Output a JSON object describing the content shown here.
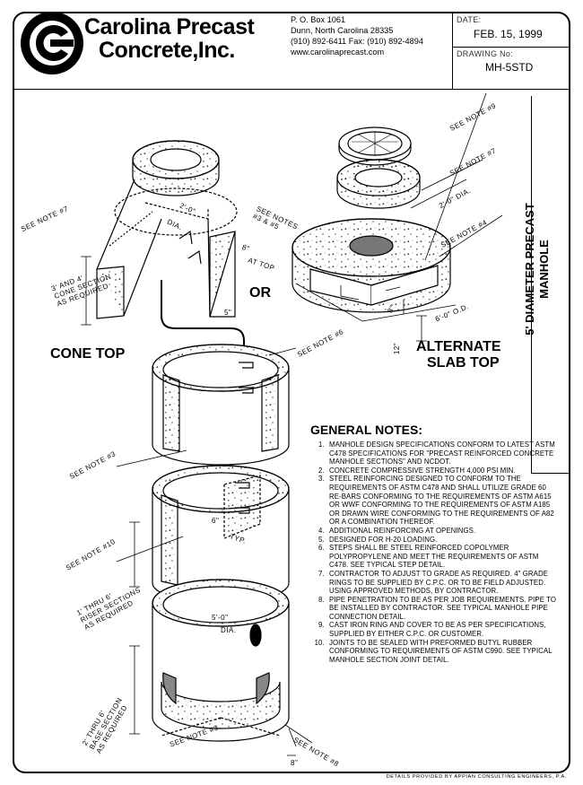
{
  "company": {
    "name_line1": "Carolina Precast",
    "name_line2": "Concrete,Inc.",
    "address_line1": "P. O. Box 1061",
    "address_line2": "Dunn, North Carolina 28335",
    "phone_line": "(910) 892-6411  Fax: (910) 892-4894",
    "website": "www.carolinaprecast.com"
  },
  "titleblock": {
    "date_label": "DATE:",
    "date_value": "FEB. 15, 1999",
    "drawing_label": "DRAWING No:",
    "drawing_value": "MH-5STD"
  },
  "title_line1": "5' DIAMETER PRECAST",
  "title_line2": "MANHOLE",
  "labels": {
    "cone_top": "CONE TOP",
    "or": "OR",
    "alternate_line1": "ALTERNATE",
    "alternate_line2": "SLAB TOP",
    "see_note_7_left": "SEE NOTE #7",
    "cone_section_line1": "3' AND 4'",
    "cone_section_line2": "CONE SECTION",
    "cone_section_line3": "AS REQUIRED",
    "dia_2ft_cone": "2'-0\"",
    "dia_word_cone": "DIA.",
    "at_top_line1": "8\"",
    "at_top_line2": "AT TOP",
    "dim_5in": "5\"",
    "see_note_9": "SEE NOTE #9",
    "see_note_7_right": "SEE NOTE #7",
    "dia_2ft_slab": "2'-0\" DIA.",
    "see_notes_3_5_line1": "SEE NOTES",
    "see_notes_3_5_line2": "#3 & #5",
    "see_note_4": "SEE NOTE #4",
    "od_6ft": "6'-0\" O.D.",
    "dim_12in": "12\"",
    "dim_8in_slab": "8\"",
    "see_note_6": "SEE NOTE #6",
    "see_note_3_upper": "SEE NOTE #3",
    "see_note_10": "SEE NOTE #10",
    "typ_6in_line1": "6\"",
    "typ_6in_line2": "TYP.",
    "riser_line1": "1' THRU 6'",
    "riser_line2": "RISER SECTIONS",
    "riser_line3": "AS REQUIRED",
    "dia_5ft_line1": "5'-0\"",
    "dia_5ft_line2": "DIA.",
    "base_line1": "2' THRU 6'",
    "base_line2": "BASE SECTION",
    "base_line3": "AS REQUIRED",
    "see_note_3_lower": "SEE NOTE #3",
    "see_note_8": "SEE NOTE #8",
    "dim_8in_base": "8\""
  },
  "general_notes": {
    "title": "GENERAL NOTES:",
    "items": [
      "MANHOLE DESIGN SPECIFICATIONS CONFORM TO LATEST ASTM C478 SPECIFICATIONS FOR \"PRECAST REINFORCED CONCRETE MANHOLE SECTIONS\" AND NCDOT.",
      "CONCRETE COMPRESSIVE STRENGTH 4,000 PSI MIN.",
      "STEEL REINFORCING DESIGNED TO CONFORM TO THE REQUIREMENTS OF ASTM C478 AND SHALL UTILIZE GRADE 60 RE-BARS CONFORMING TO THE REQUIREMENTS OF ASTM A615 OR WWF CONFORMING TO THE REQUIREMENTS OF ASTM A185 OR DRAWN WIRE CONFORMING TO THE REQUIREMENTS OF A82 OR A COMBINATION THEREOF.",
      "ADDITIONAL REINFORCING AT OPENINGS.",
      "DESIGNED FOR H-20 LOADING.",
      "STEPS SHALL BE STEEL REINFORCED COPOLYMER POLYPROPYLENE AND MEET THE REQUIREMENTS OF ASTM C478.  SEE TYPICAL STEP DETAIL.",
      "CONTRACTOR TO ADJUST TO GRADE AS REQUIRED. 4\" GRADE RINGS TO BE SUPPLIED BY C.P.C. OR TO BE FIELD ADJUSTED. USING APPROVED METHODS, BY CONTRACTOR.",
      "PIPE PENETRATION TO BE AS PER JOB REQUIREMENTS. PIPE TO BE INSTALLED BY CONTRACTOR. SEE TYPICAL MANHOLE PIPE CONNECTION DETAIL.",
      "CAST IRON RING AND COVER TO BE AS PER SPECIFICATIONS, SUPPLIED BY EITHER C.P.C. OR CUSTOMER.",
      "JOINTS TO BE SEALED WITH PREFORMED BUTYL RUBBER CONFORMING TO REQUIREMENTS OF ASTM C990. SEE TYPICAL MANHOLE SECTION JOINT DETAIL."
    ]
  },
  "footer": "DETAILS PROVIDED BY APPIAN CONSULTING ENGINEERS, P.A."
}
